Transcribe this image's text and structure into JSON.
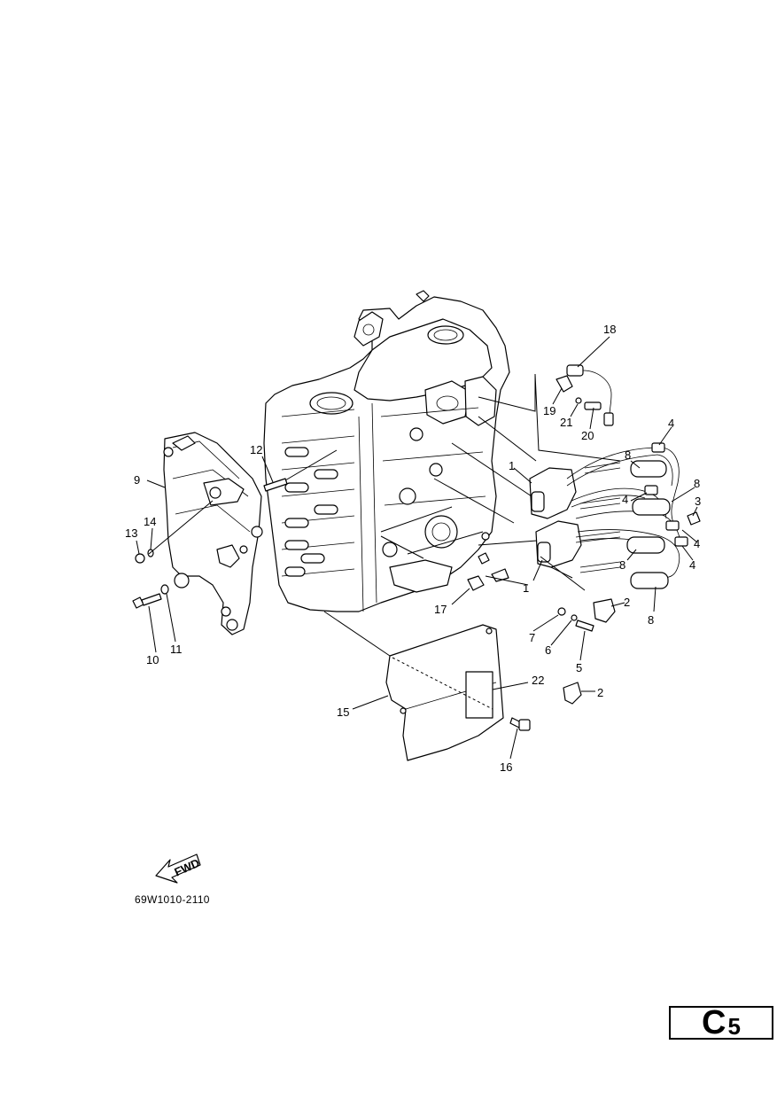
{
  "diagram_code": "69W1010-2110",
  "page_tab": {
    "letter": "C",
    "number": "5"
  },
  "fwd_label": "FWD",
  "callouts": [
    {
      "id": "c1a",
      "text": "1"
    },
    {
      "id": "c1b",
      "text": "1"
    },
    {
      "id": "c2a",
      "text": "2"
    },
    {
      "id": "c2b",
      "text": "2"
    },
    {
      "id": "c3",
      "text": "3"
    },
    {
      "id": "c4a",
      "text": "4"
    },
    {
      "id": "c4b",
      "text": "4"
    },
    {
      "id": "c4c",
      "text": "4"
    },
    {
      "id": "c4d",
      "text": "4"
    },
    {
      "id": "c5",
      "text": "5"
    },
    {
      "id": "c6",
      "text": "6"
    },
    {
      "id": "c7",
      "text": "7"
    },
    {
      "id": "c8a",
      "text": "8"
    },
    {
      "id": "c8b",
      "text": "8"
    },
    {
      "id": "c8c",
      "text": "8"
    },
    {
      "id": "c8d",
      "text": "8"
    },
    {
      "id": "c9",
      "text": "9"
    },
    {
      "id": "c10",
      "text": "10"
    },
    {
      "id": "c11",
      "text": "11"
    },
    {
      "id": "c12",
      "text": "12"
    },
    {
      "id": "c13",
      "text": "13"
    },
    {
      "id": "c14",
      "text": "14"
    },
    {
      "id": "c15",
      "text": "15"
    },
    {
      "id": "c16",
      "text": "16"
    },
    {
      "id": "c17",
      "text": "17"
    },
    {
      "id": "c18",
      "text": "18"
    },
    {
      "id": "c19",
      "text": "19"
    },
    {
      "id": "c20",
      "text": "20"
    },
    {
      "id": "c21",
      "text": "21"
    },
    {
      "id": "c22",
      "text": "22"
    }
  ]
}
